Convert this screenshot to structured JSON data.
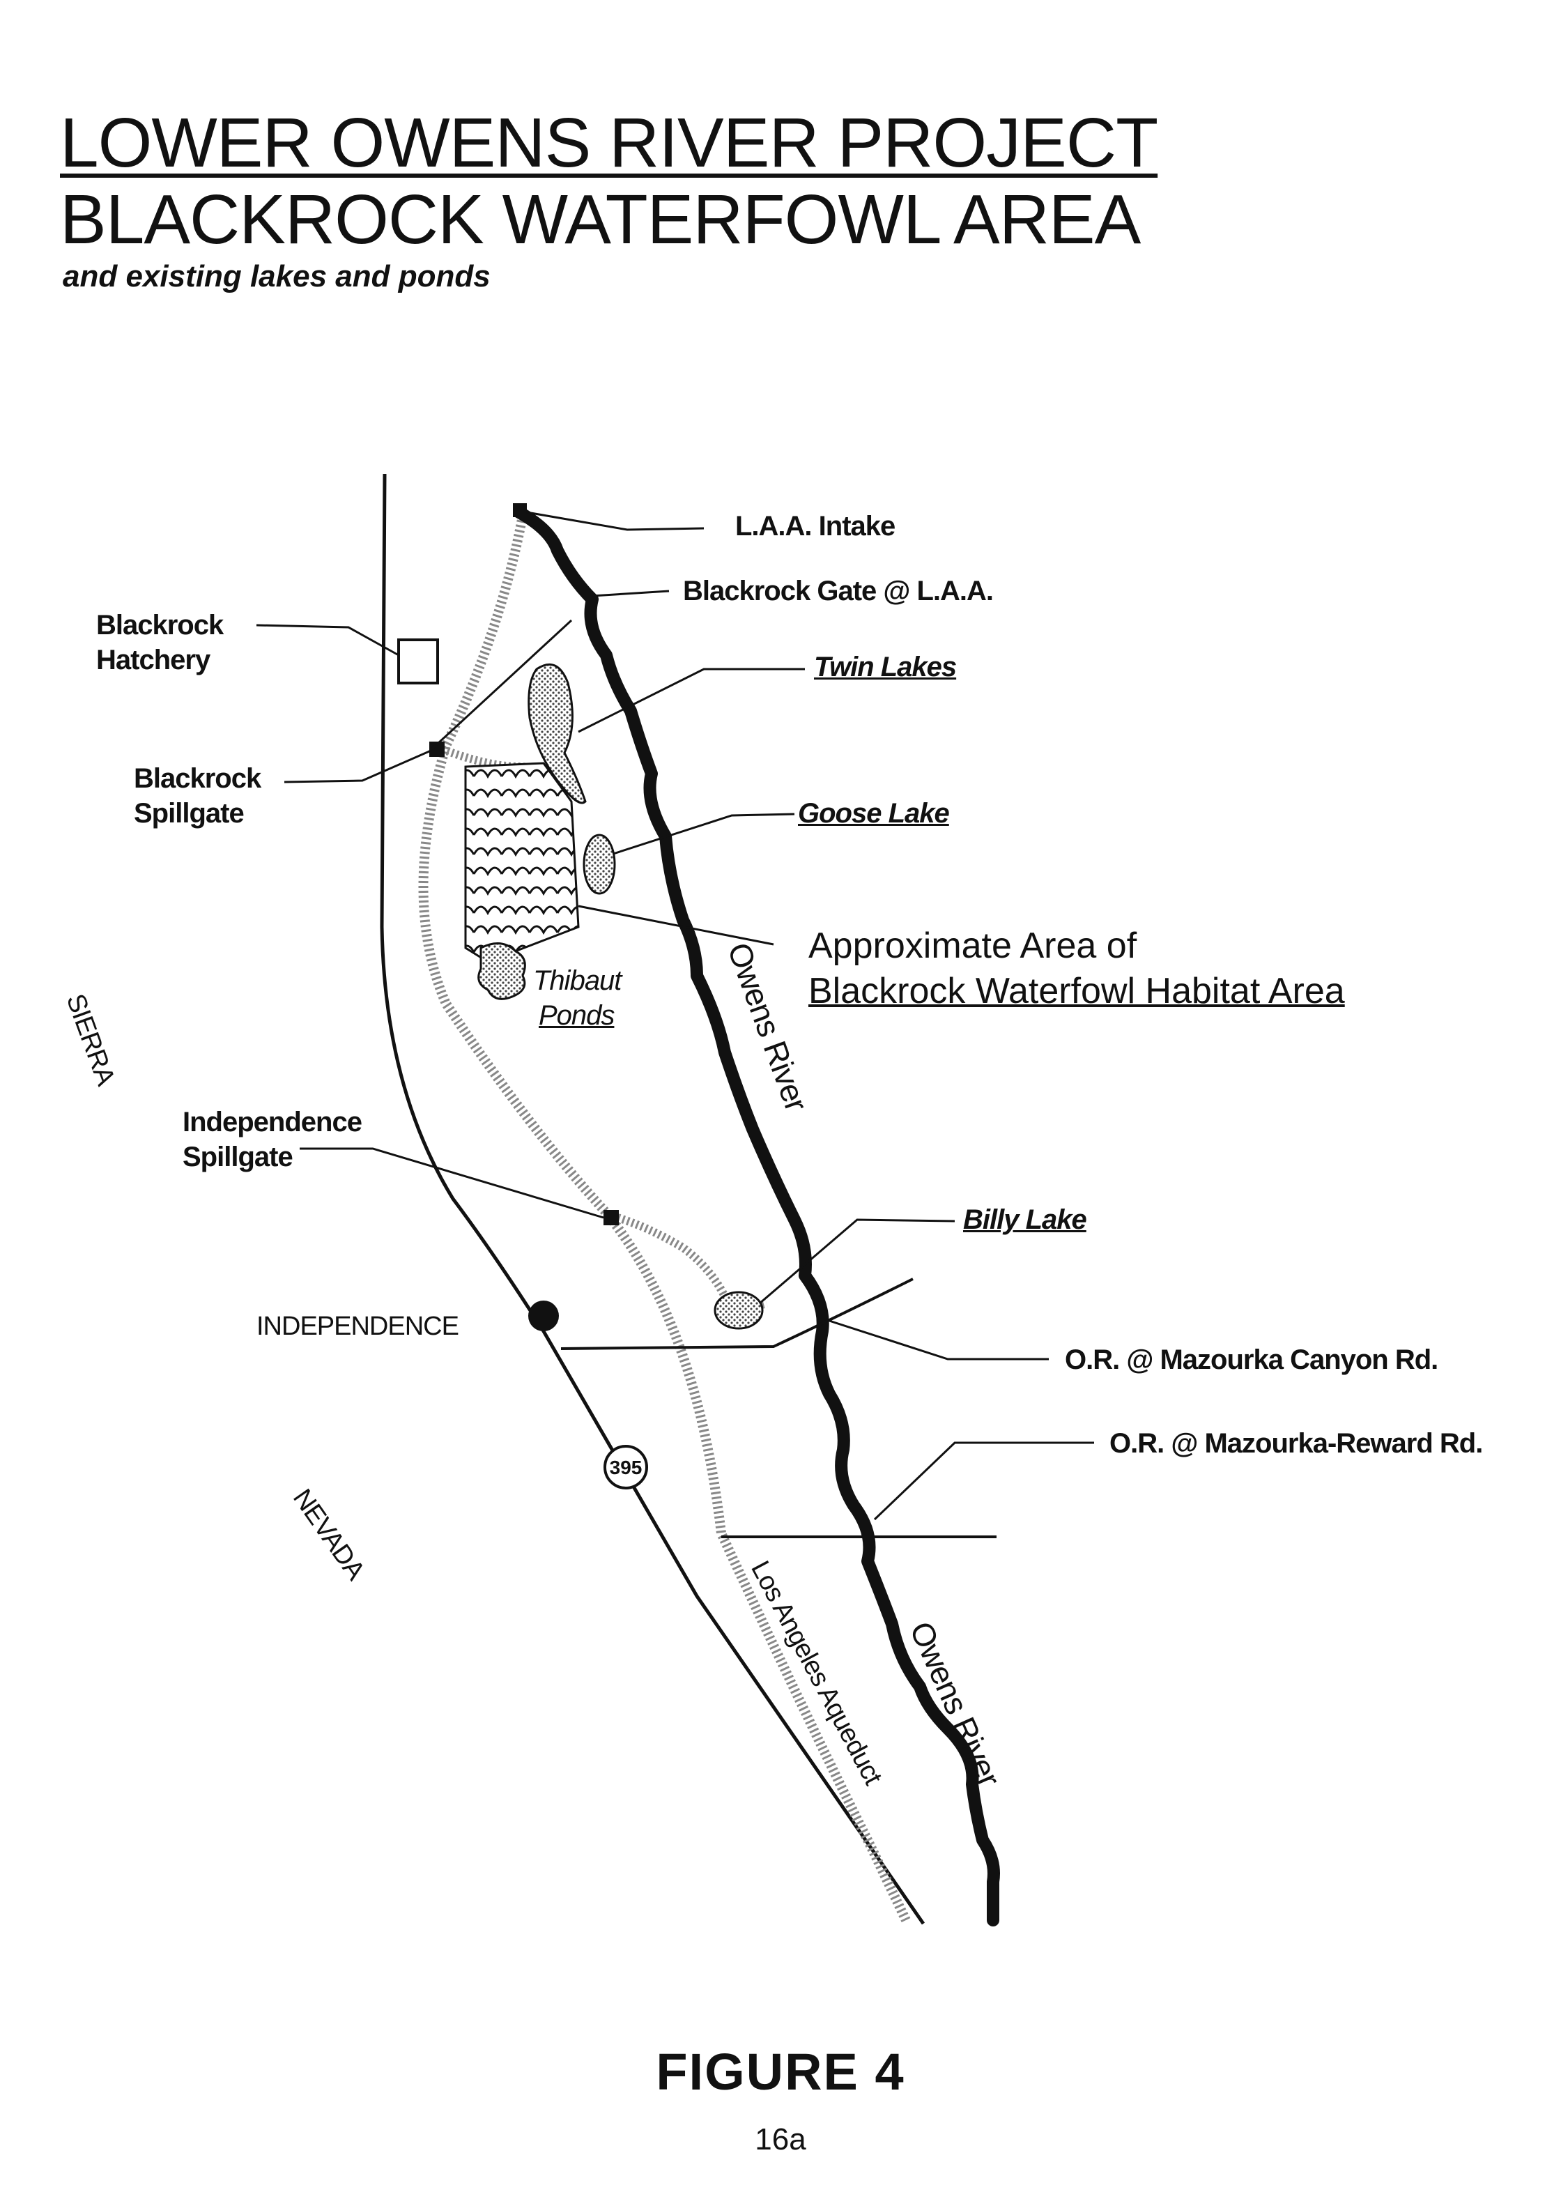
{
  "title": {
    "line1": "LOWER OWENS RIVER PROJECT",
    "line2": "BLACKROCK WATERFOWL AREA",
    "subtitle": "and existing lakes and ponds"
  },
  "map": {
    "labels": {
      "laa_intake": "L.A.A. Intake",
      "blackrock_gate": "Blackrock Gate @ L.A.A.",
      "blackrock_hatchery": [
        "Blackrock",
        "Hatchery"
      ],
      "twin_lakes": "Twin Lakes",
      "blackrock_spillgate": [
        "Blackrock",
        "Spillgate"
      ],
      "goose_lake": "Goose Lake",
      "approx_area": [
        "Approximate Area of",
        "Blackrock Waterfowl Habitat Area"
      ],
      "thibaut_ponds": [
        "Thibaut",
        "Ponds"
      ],
      "sierra": "SIERRA",
      "owens_river_1": "Owens River",
      "independence_spillgate": [
        "Independence",
        "Spillgate"
      ],
      "billy_lake": "Billy Lake",
      "independence": "INDEPENDENCE",
      "mazourka_canyon": "O.R. @ Mazourka Canyon Rd.",
      "mazourka_reward": "O.R. @ Mazourka-Reward Rd.",
      "highway": "395",
      "nevada": "NEVADA",
      "la_aqueduct": "Los Angeles Aqueduct",
      "owens_river_2": "Owens River"
    },
    "colors": {
      "ink": "#111111",
      "paper": "#ffffff",
      "shading": "#777777"
    }
  },
  "figure": "FIGURE 4",
  "page_number": "16a"
}
